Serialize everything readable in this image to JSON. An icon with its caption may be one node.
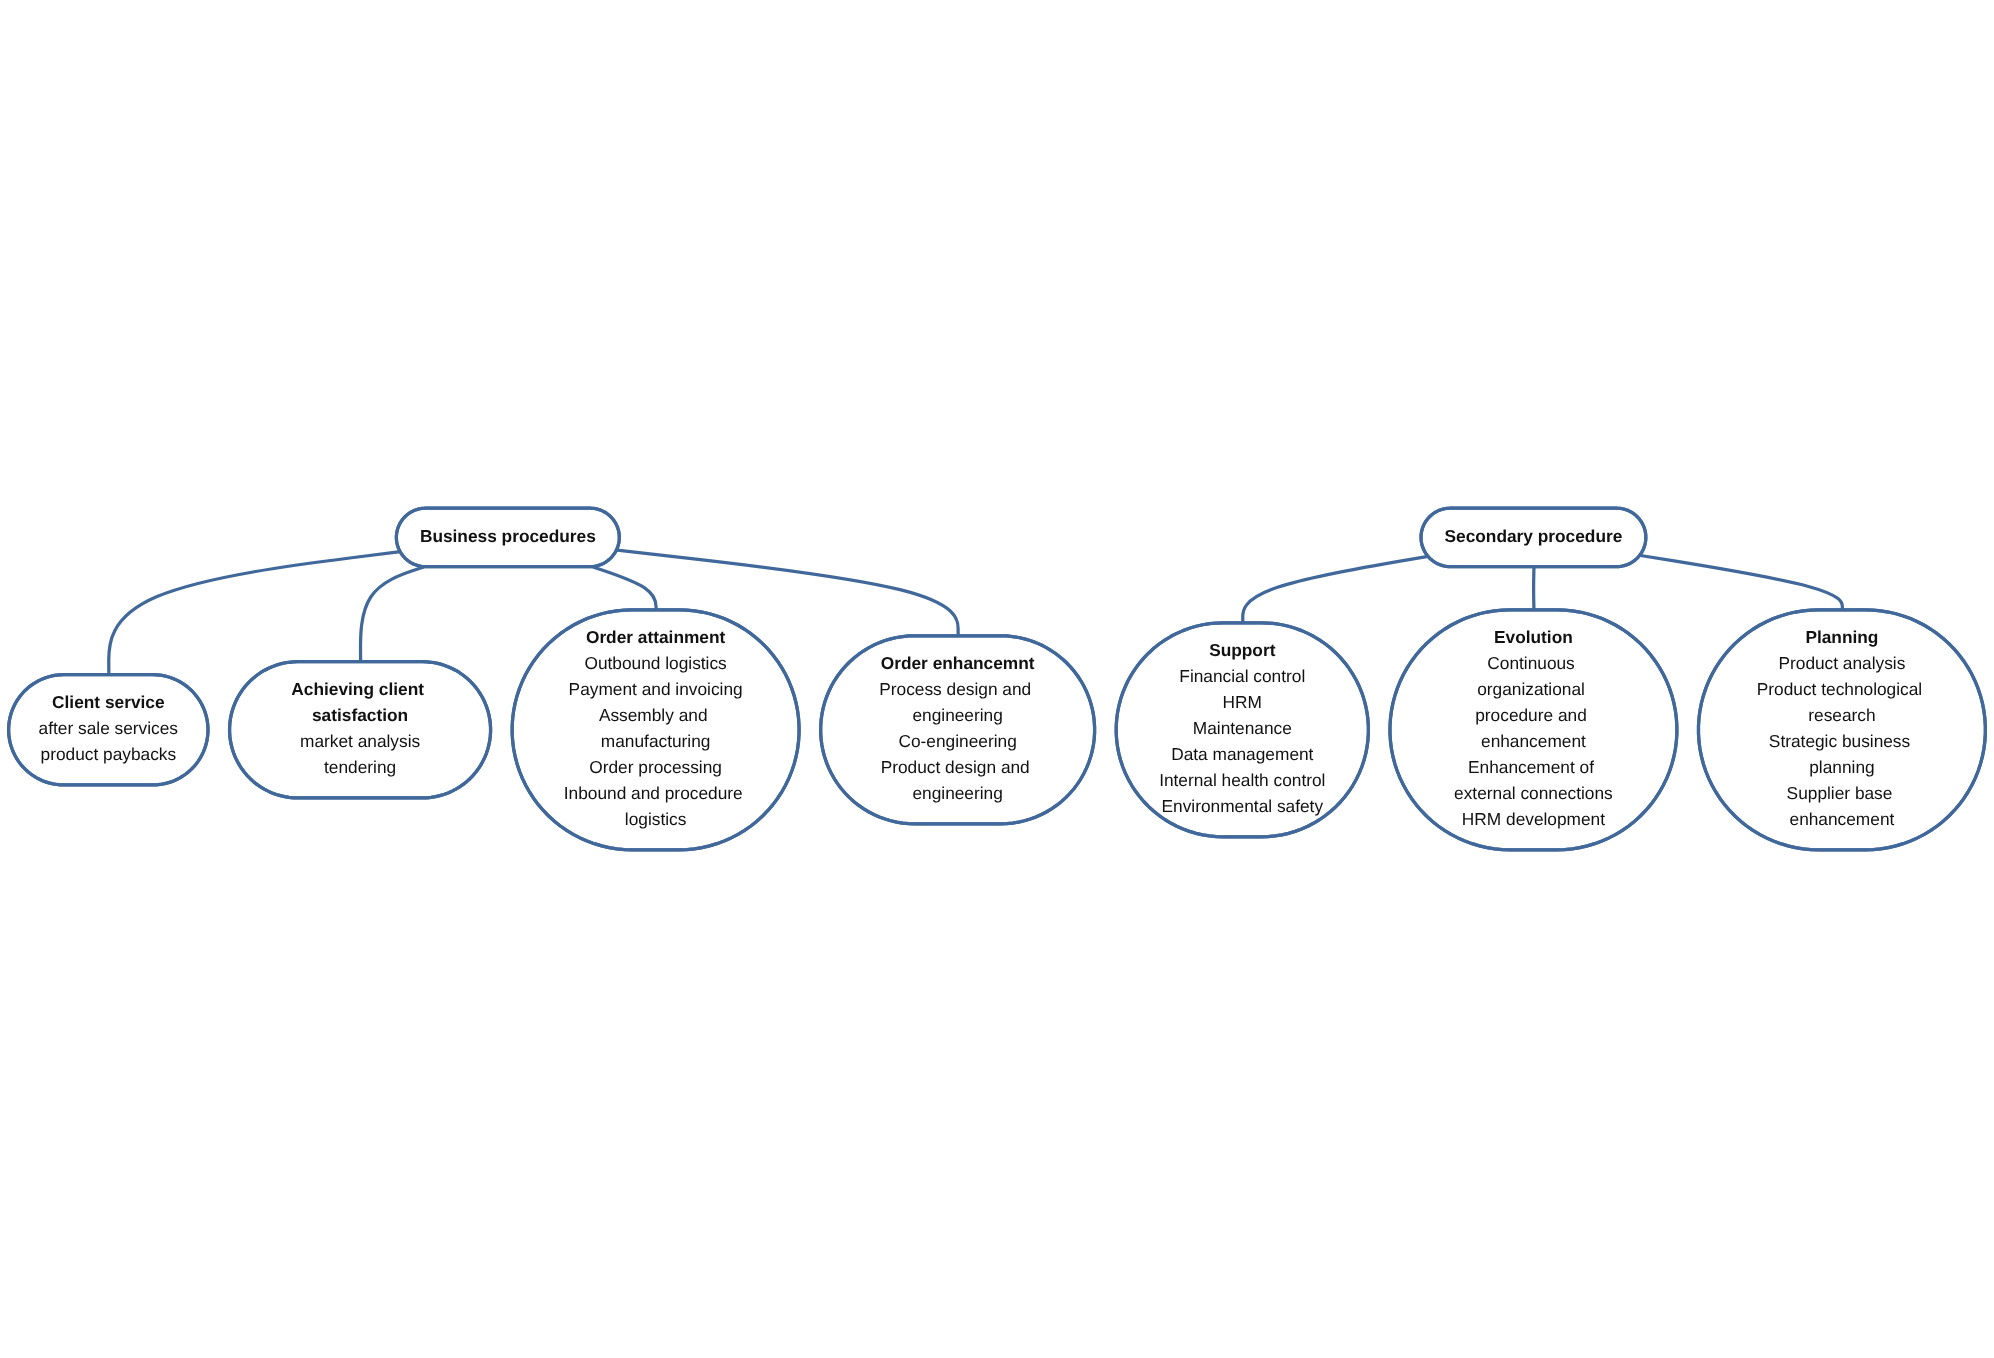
{
  "diagram": {
    "nodes": [
      {
        "text": [
          "Business procedures"
        ]
      },
      {
        "text": [
          "Client service",
          "after sale services",
          "product paybacks"
        ]
      },
      {
        "text": [
          "Achieving client satisfaction",
          "market analysis",
          "tendering"
        ]
      },
      {
        "text": [
          "Order attainment",
          "Outbound logistics",
          "Payment and invoicing",
          "Assembly and manufacturing",
          "Order processing",
          "Inbound and procedure logistics"
        ]
      },
      {
        "text": [
          "Order enhancemnt",
          "Process design and engineering",
          "Co-engineering",
          "Product design and engineering"
        ]
      },
      {
        "text": [
          "Secondary procedure"
        ]
      },
      {
        "text": [
          "Support",
          "Financial control",
          "HRM",
          "Maintenance",
          "Data management",
          "Internal health control",
          "Environmental safety"
        ]
      },
      {
        "text": [
          "Evolution",
          "Continuous organizational procedure and enhancement",
          "Enhancement of external connections",
          "HRM development"
        ]
      },
      {
        "text": [
          "Planning",
          "Product analysis",
          "Product technological research",
          "Strategic business planning",
          "Supplier base enhancement"
        ]
      }
    ],
    "edges": [
      {
        "from": 0,
        "to": 1,
        "arrow": "none"
      },
      {
        "from": 0,
        "to": 2,
        "arrow": "none"
      },
      {
        "from": 0,
        "to": 3,
        "arrow": "none"
      },
      {
        "from": 0,
        "to": 4,
        "arrow": "none"
      },
      {
        "from": 5,
        "to": 6,
        "arrow": "none"
      },
      {
        "from": 5,
        "to": 7,
        "arrow": "none"
      },
      {
        "from": 5,
        "to": 8,
        "arrow": "none"
      }
    ]
  }
}
